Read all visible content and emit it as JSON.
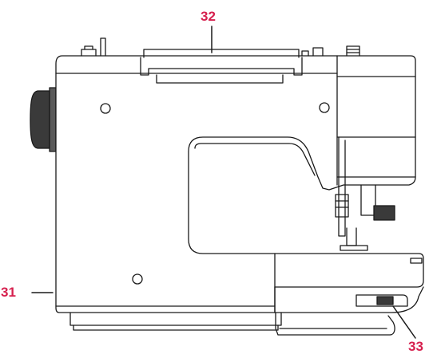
{
  "colors": {
    "callout": "#d6204e",
    "outline": "#1a1a1a",
    "body_fill": "#ffffff",
    "wheel_fill": "#3a3a3a"
  },
  "callouts": {
    "c31": "31",
    "c32": "32",
    "c33": "33"
  }
}
